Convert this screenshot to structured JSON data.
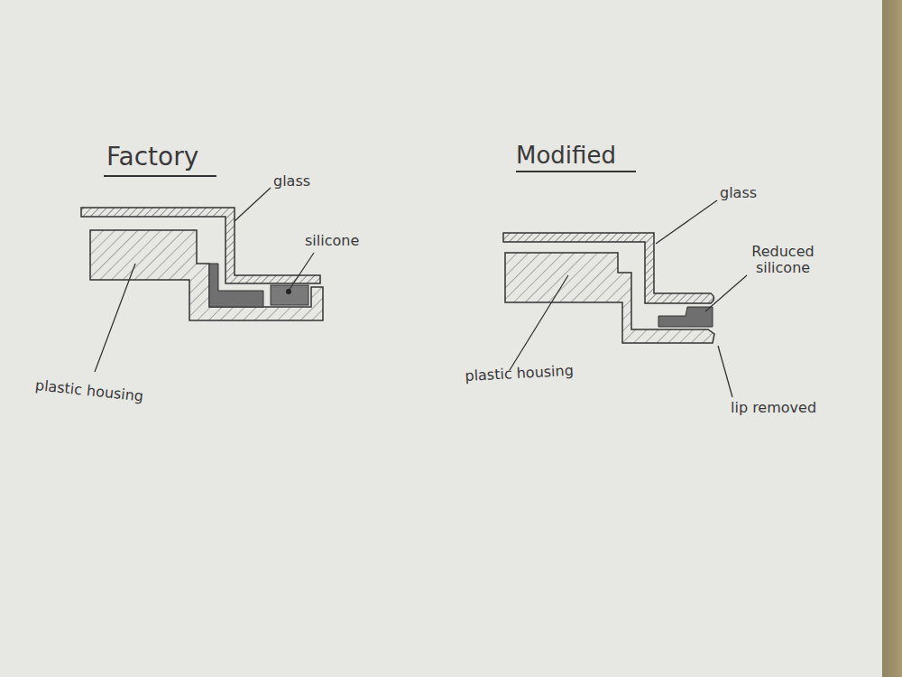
{
  "diagram": {
    "labels": [
      "Factory",
      "glass",
      "silicone",
      "plastic housing",
      "Modified",
      "glass",
      "Reduced silicone",
      "plastic housing",
      "lip removed"
    ]
  }
}
